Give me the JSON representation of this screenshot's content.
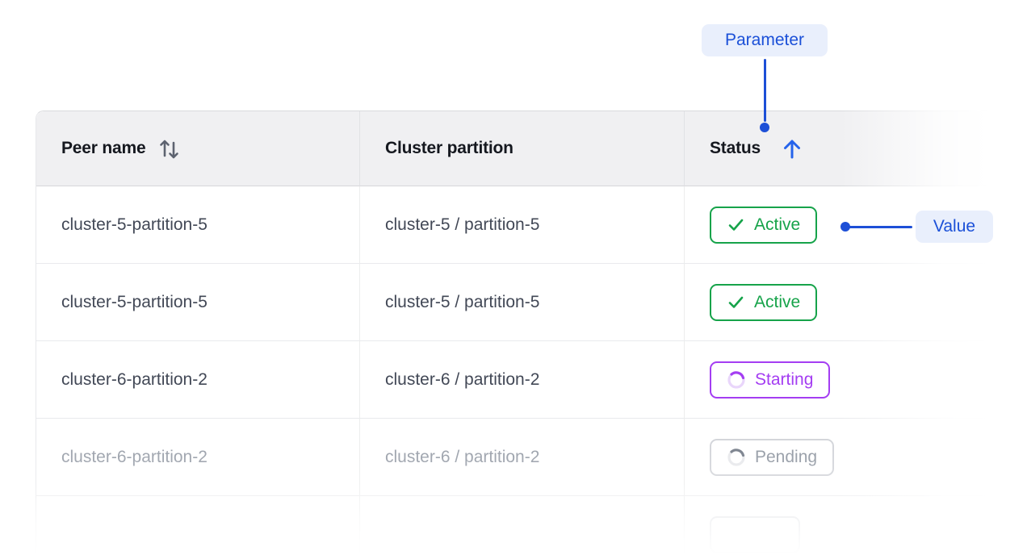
{
  "annotations": {
    "parameter_label": "Parameter",
    "value_label": "Value",
    "accent_color": "#1d4fd7",
    "pill_bg": "#e9effc"
  },
  "table": {
    "columns": [
      {
        "label": "Peer name",
        "sort_icon": "sort-up-down-icon",
        "sorted": false
      },
      {
        "label": "Cluster partition",
        "sort_icon": null,
        "sorted": false
      },
      {
        "label": "Status",
        "sort_icon": "arrow-up-icon",
        "sorted": true
      }
    ],
    "rows": [
      {
        "peer_name": "cluster-5-partition-5",
        "cluster_partition": "cluster-5 / partition-5",
        "status": {
          "label": "Active",
          "state": "active",
          "icon": "check-icon"
        }
      },
      {
        "peer_name": "cluster-5-partition-5",
        "cluster_partition": "cluster-5 / partition-5",
        "status": {
          "label": "Active",
          "state": "active",
          "icon": "check-icon"
        }
      },
      {
        "peer_name": "cluster-6-partition-2",
        "cluster_partition": "cluster-6 / partition-2",
        "status": {
          "label": "Starting",
          "state": "starting",
          "icon": "spinner-icon"
        }
      },
      {
        "peer_name": "cluster-6-partition-2",
        "cluster_partition": "cluster-6 / partition-2",
        "status": {
          "label": "Pending",
          "state": "pending",
          "icon": "spinner-icon"
        }
      },
      {
        "peer_name": "",
        "cluster_partition": "",
        "status": {
          "label": "",
          "state": "placeholder",
          "icon": null
        }
      }
    ],
    "status_colors": {
      "active": "#16a34a",
      "starting": "#a43df2",
      "pending": "#939aa4"
    }
  }
}
